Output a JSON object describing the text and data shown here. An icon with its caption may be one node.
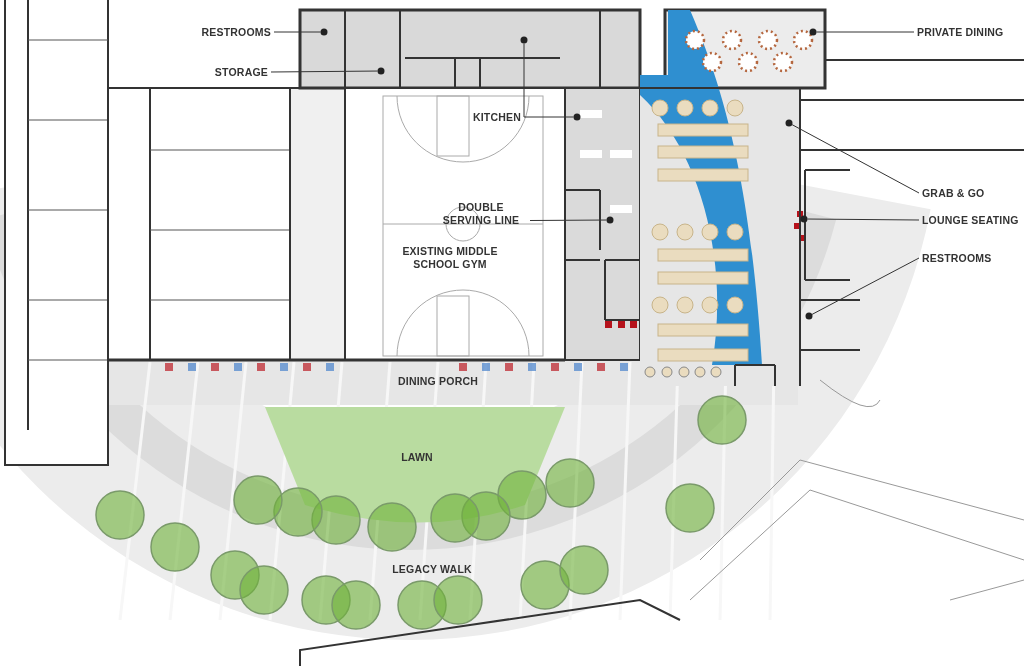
{
  "diagram": {
    "nodes": [
      {
        "text": [
          "RESTROOMS"
        ]
      },
      {
        "text": [],
        "shape": "circle"
      },
      {
        "text": [
          "STORAGE"
        ]
      },
      {
        "text": [],
        "shape": "circle"
      },
      {
        "text": [
          "PRIVATE DINING"
        ]
      },
      {
        "text": [],
        "shape": "circle"
      },
      {
        "text": [
          "KITCHEN"
        ]
      },
      {
        "text": [],
        "shape": "circle"
      },
      {
        "text": [],
        "shape": "circle"
      },
      {
        "text": [
          "DOUBLE SERVING LINE"
        ]
      },
      {
        "text": [],
        "shape": "circle"
      },
      {
        "text": [
          "GRAB & GO"
        ]
      },
      {
        "text": [],
        "shape": "circle"
      },
      {
        "text": [
          "LOUNGE SEATING"
        ]
      },
      {
        "text": [],
        "shape": "circle"
      },
      {
        "text": [
          "RESTROOMS"
        ]
      },
      {
        "text": [],
        "shape": "circle"
      }
    ],
    "edges": [
      {
        "from": 0,
        "to": 1,
        "arrow": "none"
      },
      {
        "from": 2,
        "to": 3,
        "arrow": "none"
      },
      {
        "from": 4,
        "to": 5,
        "arrow": "none"
      },
      {
        "from": 6,
        "to": 7,
        "arrow": "none"
      },
      {
        "from": 6,
        "to": 8,
        "arrow": "none"
      },
      {
        "from": 9,
        "to": 10,
        "arrow": "none"
      },
      {
        "from": 11,
        "to": 12,
        "arrow": "none"
      },
      {
        "from": 13,
        "to": 14,
        "arrow": "none"
      },
      {
        "from": 15,
        "to": 16,
        "arrow": "none"
      }
    ],
    "labels": [
      "EXISTING MIDDLE SCHOOL GYM",
      "DINING PORCH",
      "LAWN",
      "LEGACY WALK"
    ]
  }
}
